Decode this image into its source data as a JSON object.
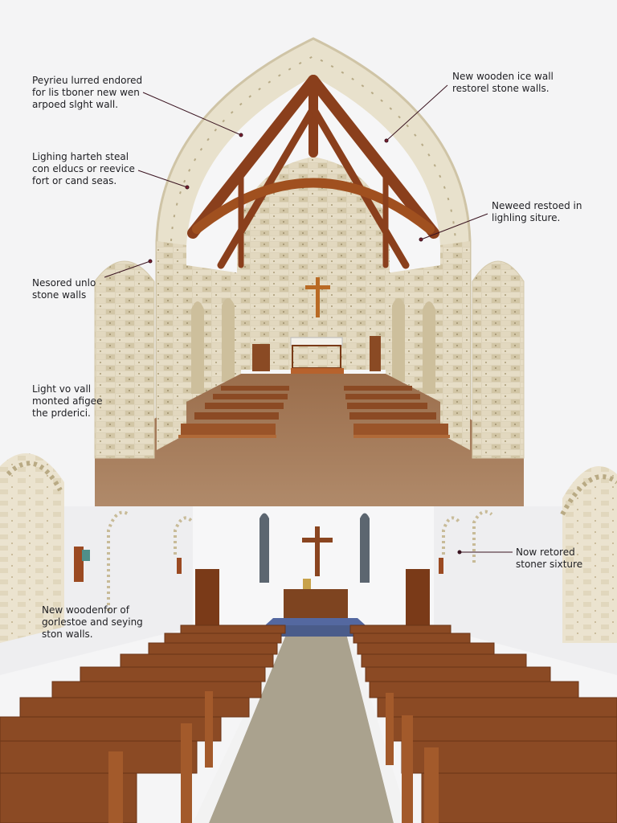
{
  "figure": {
    "type": "annotated architectural illustration",
    "subject": "church interior restoration",
    "panels": [
      {
        "id": "top",
        "description": "Gothic pointed stone arch with exposed timber roof trusses, stone-walled nave with altar, crucifix and wooden pews"
      },
      {
        "id": "bottom",
        "description": "Whitewashed nave with stone arches, central carpeted aisle, rows of wooden pews, cross above a wooden altar on blue steps"
      }
    ]
  },
  "annotations": [
    {
      "id": "a1",
      "text": "Peyrieu lurred endored\nfor lis tboner new wen\narpoed slght wall."
    },
    {
      "id": "a2",
      "text": "Lighing harteh steal\ncon elducs or reevice\nfort or cand seas."
    },
    {
      "id": "a3",
      "text": "Nesored unlo\nstone walls"
    },
    {
      "id": "a4",
      "text": "Light vo vall\nmonted afigee\nthe prderici."
    },
    {
      "id": "a5",
      "text": "New wooden ice wall\nrestorel stone walls."
    },
    {
      "id": "a6",
      "text": "Neweed restoed in\nlighling siture."
    },
    {
      "id": "a7",
      "text": "Now retored\nstoner sixture"
    },
    {
      "id": "a8",
      "text": "New woodenfor of\ngorlestoe and seying\nston walls."
    }
  ],
  "colors": {
    "background": "#f4f4f5",
    "stone": "#d9cfb4",
    "stone_dark": "#b8ab88",
    "timber": "#8a3f1c",
    "pew": "#8b4a24",
    "pew_light": "#a65d2e",
    "floor": "#a27a5a",
    "aisle_carpet": "#a8a08c",
    "steps": "#4a5c8a",
    "wall_white": "#f3f3f4"
  }
}
